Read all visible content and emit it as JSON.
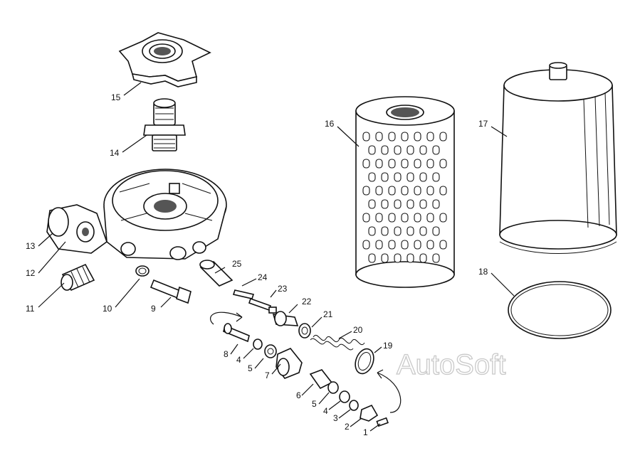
{
  "watermark": "AutoSoft",
  "labels": [
    {
      "id": "1",
      "text": "1"
    },
    {
      "id": "2",
      "text": "2"
    },
    {
      "id": "3",
      "text": "3"
    },
    {
      "id": "4a",
      "text": "4"
    },
    {
      "id": "4b",
      "text": "4"
    },
    {
      "id": "5a",
      "text": "5"
    },
    {
      "id": "5b",
      "text": "5"
    },
    {
      "id": "6",
      "text": "6"
    },
    {
      "id": "7",
      "text": "7"
    },
    {
      "id": "8",
      "text": "8"
    },
    {
      "id": "9",
      "text": "9"
    },
    {
      "id": "10",
      "text": "10"
    },
    {
      "id": "11",
      "text": "11"
    },
    {
      "id": "12",
      "text": "12"
    },
    {
      "id": "13",
      "text": "13"
    },
    {
      "id": "14",
      "text": "14"
    },
    {
      "id": "15",
      "text": "15"
    },
    {
      "id": "16",
      "text": "16"
    },
    {
      "id": "17",
      "text": "17"
    },
    {
      "id": "18",
      "text": "18"
    },
    {
      "id": "19",
      "text": "19"
    },
    {
      "id": "20",
      "text": "20"
    },
    {
      "id": "21",
      "text": "21"
    },
    {
      "id": "22",
      "text": "22"
    },
    {
      "id": "23",
      "text": "23"
    },
    {
      "id": "24",
      "text": "24"
    },
    {
      "id": "25",
      "text": "25"
    }
  ]
}
